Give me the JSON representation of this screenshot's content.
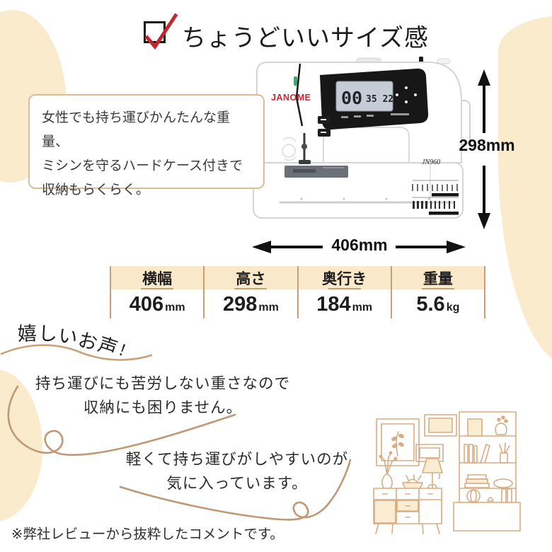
{
  "header": {
    "title": "ちょうどいいサイズ感",
    "checkbox_icon": "red-checkmark-in-box"
  },
  "feature_box": {
    "line1": "女性でも持ち運びかんたんな重量、",
    "line2": "ミシンを守るハードケース付きで",
    "line3": "収納もらくらく。"
  },
  "machine": {
    "brand": "JANOME",
    "model": "JN960",
    "lcd_main": "00",
    "lcd_sub": "35 22"
  },
  "dimensions": {
    "height": "298mm",
    "width": "406mm"
  },
  "spec_table": {
    "columns": [
      {
        "header": "横幅",
        "value": "406",
        "unit": "mm"
      },
      {
        "header": "高さ",
        "value": "298",
        "unit": "mm"
      },
      {
        "header": "奥行き",
        "value": "184",
        "unit": "mm"
      },
      {
        "header": "重量",
        "value": "5.6",
        "unit": "kg"
      }
    ]
  },
  "voices": {
    "heading": "嬉しいお声！",
    "quote1_line1": "持ち運びにも苦労しない重さなので",
    "quote1_line2": "収納にも困りません。",
    "quote2_line1": "軽くて持ち運びがしやすいのが",
    "quote2_line2": "気に入っています。"
  },
  "footnote": "※弊社レビューから抜粋したコメントです。",
  "colors": {
    "accent_cream": "#FAEBCD",
    "table_header_cream": "#F9E8C9",
    "tan_line": "#C49A72",
    "table_border": "#C79E77",
    "box_border": "#DBBC99",
    "check_red": "#C1272D",
    "brand_red": "#D6232A",
    "arrow_black": "#111111"
  }
}
